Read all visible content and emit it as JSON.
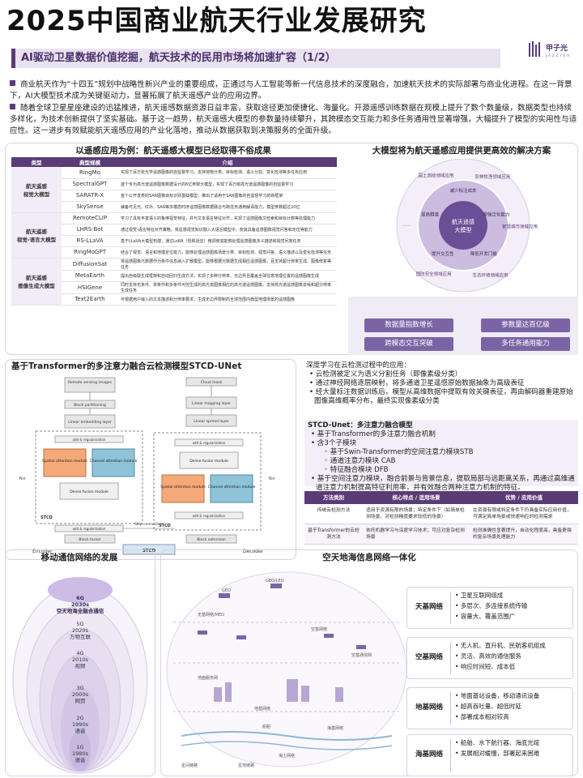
{
  "title": "2025中国商业航天行业发展研究",
  "brand": {
    "name": "甲子光",
    "sub": "JAZZYEA"
  },
  "subtitle": "AI驱动卫星数据价值挖掘，航天技术的民用市场将加速扩容（1/2）",
  "paragraphs": [
    "商业航天作为“十四五”规划中战略性新兴产业的重要组成，正通过与人工智能等新一代信息技术的深度融合，加速航天技术的实际部署与商业化进程。在这一背景下，AI大模型技术成为关键驱动力，显著拓展了航天遥感产业的应用边界。",
    "随着全球卫星星座建设的迅猛推进，航天遥感数据资源日益丰富，获取途径更加便捷化、海量化。开源遥感训练数据在规模上提升了数个数量级，数据类型也持续多样化，为技术创新提供了坚实基础。基于这一趋势，航天遥感大模型的参数量持续攀升，其跨模态交互能力和多任务通用性显著增强，大幅提升了模型的实用性与适应性。这一进步有效赋能航天遥感应用的产业化落地，推动从数据获取到决策服务的全面升级。"
  ],
  "table_section": {
    "title": "以遥感应用为例：航天遥感大模型已经取得不俗成果",
    "headers": [
      "类型",
      "典型规模",
      "介绍"
    ],
    "groups": [
      {
        "category": "航天遥感\n视觉大模型",
        "rows": [
          {
            "name": "RingMo",
            "desc": "实现了百万张光学遥感图像的自监督学习，支持地物分类、目标检测、语义分割、变化检测等多任务应用"
          },
          {
            "name": "SpectralGPT",
            "desc": "首个专为高光谱遥感图像数据设计的6亿参数大模型，实现了百万级高光谱遥感图像的自监督学习"
          },
          {
            "name": "SARATR-X",
            "desc": "首个公开发表的SAR图像目标识别基础模型，推出了适用于SAR图像的自监督学习的新框架"
          },
          {
            "name": "SkySense",
            "desc": "兼备可见光、红外、SAR等多模态时序遥感图像数据融合与跨任务通用解译能力，模型参数超过20亿"
          }
        ]
      },
      {
        "category": "航天遥感\n视觉-语言大模型",
        "rows": [
          {
            "name": "RemoteCLIP",
            "desc": "学习了具有丰富语义的鲁棒视觉特征，并与文本语言特征对齐，实现了遥感图像文检索和目标计数等处理能力"
          },
          {
            "name": "LHRS-Bot",
            "desc": "通过视觉-语言特征对齐策略，将遥感视觉知识融入大语言模型中，使其具备遥感图像视觉问答和定位等能力"
          },
          {
            "name": "RS-LLaVA",
            "desc": "基于LLaVA大模型构建，通过LoRA（低秩适应）微调使其能够处理遥感图像多义描述和视觉问答任务"
          },
          {
            "name": "RingMoGPT",
            "desc": "结合了视觉、语言和地理定位能力，能够处理遥感图像场景分类、目标检测、视觉问答、语义描述以及变化检测等任务"
          }
        ]
      },
      {
        "category": "航天遥感\n图像生成大模型",
        "rows": [
          {
            "name": "DiffusionSat",
            "desc": "将遥感图像元数据作为条件信息纳入扩散模型，能够根据元数据生成相应遥感图像，且支持超分辨率生成、图像修复等任务"
          },
          {
            "name": "MetaEarth",
            "desc": "提出自级联生成框架和自动回归生成方法，实现了多种分辨率、无边界且覆盖全球任意地理位置的遥感图像生成"
          },
          {
            "name": "HSIGene",
            "desc": "同时支持无条件、单条件和多条件可控生成的高光谱图像相应的高光谱遥感图像，支持高光谱遥感图像去噪和超分辨率生成任务"
          },
          {
            "name": "Text2Earth",
            "desc": "可根据用户输入的文本描述和分辨率要求，生成无边界限制的全球范围内典型地理场景的遥感图像"
          }
        ]
      }
    ]
  },
  "ring_section": {
    "title": "大模型将为航天遥感应用提供更高效的解决方案",
    "center": "航天遥感\n大模型",
    "inner": [
      "减少标注成本",
      "增强泛化能力",
      "降低开发门槛",
      "提升交互性",
      "提高精度"
    ],
    "outer": [
      "国土测绘领域应用",
      "农林牧渔领域应用",
      "智慧城市领域应用",
      "生态环境领域应用",
      "国防安全领域应用",
      "……"
    ],
    "tags": [
      "数据量指数增长",
      "参数量达百亿级",
      "跨模态交互突破",
      "多任务通用能力"
    ]
  },
  "unet_section": {
    "title": "基于Transformer的多注意力融合云检测模型STCD-UNet",
    "diagram": {
      "enc_input": "Remote sensing images",
      "block_partition": "Block partitioning",
      "linear_embed": "Linear embedding layer",
      "add_reg": "add & regularization",
      "spatial": "Spatial attention module",
      "channel": "Channel attention module",
      "dense": "Dense fusion module",
      "stcd": "STCD",
      "block_fusion": "Block fusion",
      "cloud_mask": "Cloud mask",
      "linear_map": "Linear mapping layer",
      "linear_spread": "Linear spread layer",
      "block_extension": "Block extension",
      "skip": "Skip connection",
      "encoder": "Encoder",
      "decoder": "Decoder",
      "nx": "N×"
    },
    "intro": "深度学习在云检测过程中的应用：",
    "intro_points": [
      "云检测被定义为语义分割任务（即像素级分类）",
      "通过神经网络逐层映射，将多通道卫星遥感原始数据抽象为高级表征",
      "经大量标注数据训练后，模型从高维数据中提取有效关键表征，再由解码器重建原始图像高维概率分布，最终实现像素级分类"
    ],
    "stcd_title": "STCD-Unet：多注意力融合模型",
    "stcd_points": [
      "基于Transformer的多注意力融合机制",
      "含3个子模块"
    ],
    "stcd_sub": [
      "基于Swin-Transformer的空间注意力模块STB",
      "通道注意力模块 CAB",
      "特征融合模块 DFB"
    ],
    "stcd_last": "基于空间注意力模块，融合前景与背景信息，提取局部与远距离关系，再通过高维通道注意力机制提高特征利用率，并有效融合两种注意力机制的特征。",
    "compare": {
      "headers": [
        "方法类别",
        "核心特点 / 适用场景",
        "优势 / 应用价值"
      ],
      "rows": [
        [
          "传统云检测方法",
          "适用于资源有限的场景；特定条件下（如简单检测场景、对检测精度要求较低的场景）",
          "在资源有限或特定条件下仍具备实际应用价值，可满足简单场景或快速响应的检测需求"
        ],
        [
          "基于Transformer的云检测方法",
          "依托机器学习与深度学习技术；可应对复杂检测场景",
          "检测准确性显著提升，自动化程度高，具备更强的复杂场景处理能力"
        ]
      ]
    }
  },
  "mobile_section": {
    "title": "移动通信网络的发展",
    "gens": [
      {
        "gen": "6G",
        "year": "2030s",
        "desc": "空天地海全融合通信"
      },
      {
        "gen": "5G",
        "year": "2020s",
        "desc": "万物互联"
      },
      {
        "gen": "4G",
        "year": "2010s",
        "desc": "视频"
      },
      {
        "gen": "3G",
        "year": "2000s",
        "desc": "网页"
      },
      {
        "gen": "2G",
        "year": "1990s",
        "desc": "语音"
      },
      {
        "gen": "1G",
        "year": "1980s",
        "desc": "语音"
      }
    ]
  },
  "network_section": {
    "title": "空天地海信息网络一体化",
    "nets": [
      {
        "name": "天基网络",
        "items": [
          "卫星互联网组成",
          "多层次、多连接系统传输",
          "容量大、覆盖范围广"
        ]
      },
      {
        "name": "空基网络",
        "items": [
          "无人机、直升机、民航客机组成",
          "灵活、高效的通信服务",
          "响应时间短、成本低"
        ]
      },
      {
        "name": "地基网络",
        "items": [
          "地面基站设备，移动通讯设备",
          "超高吞吐量、超低时延",
          "部署成本相对较高"
        ]
      },
      {
        "name": "海基网络",
        "items": [
          "船舶、水下航行器、海底光缆",
          "发展相对缓慢，部署起来困难"
        ]
      }
    ],
    "diagram_labels": [
      "GEO",
      "GEO/LEO",
      "无基网络/MEO",
      "空基网络",
      "地基网络",
      "海基网络",
      "空基通信网",
      "地面服务网",
      "海上网络",
      "船舶",
      "星间链路",
      "星地链路"
    ]
  },
  "colors": {
    "accent": "#5a3b76",
    "accent_light": "#e9e2f1",
    "tag": "#7a64a6"
  }
}
